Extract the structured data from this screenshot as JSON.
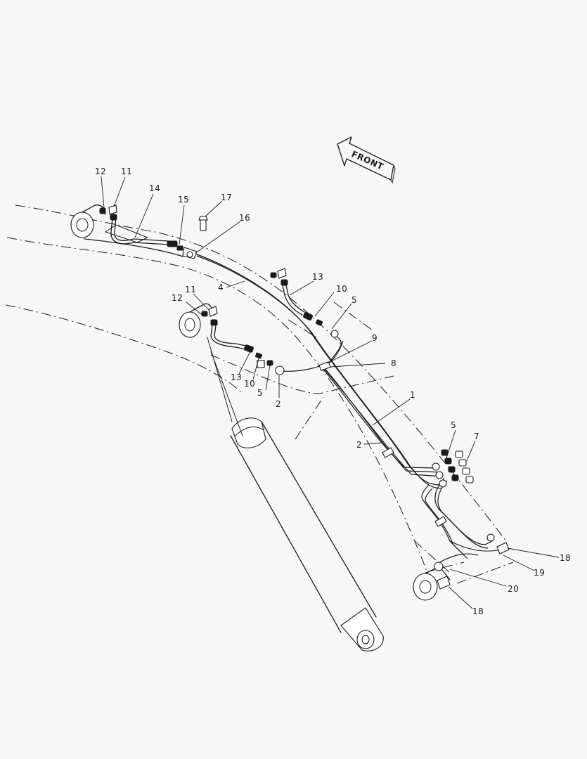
{
  "direction_label": "FRONT",
  "callouts": [
    {
      "id": "c12a",
      "text": "12"
    },
    {
      "id": "c11a",
      "text": "11"
    },
    {
      "id": "c14",
      "text": "14"
    },
    {
      "id": "c15",
      "text": "15"
    },
    {
      "id": "c17",
      "text": "17"
    },
    {
      "id": "c16",
      "text": "16"
    },
    {
      "id": "c4",
      "text": "4"
    },
    {
      "id": "c13a",
      "text": "13"
    },
    {
      "id": "c10a",
      "text": "10"
    },
    {
      "id": "c5a",
      "text": "5"
    },
    {
      "id": "c11b",
      "text": "11"
    },
    {
      "id": "c12b",
      "text": "12"
    },
    {
      "id": "c9",
      "text": "9"
    },
    {
      "id": "c8",
      "text": "8"
    },
    {
      "id": "c13b",
      "text": "13"
    },
    {
      "id": "c10b",
      "text": "10"
    },
    {
      "id": "c5b",
      "text": "5"
    },
    {
      "id": "c2a",
      "text": "2"
    },
    {
      "id": "c1",
      "text": "1"
    },
    {
      "id": "c5c",
      "text": "5"
    },
    {
      "id": "c7",
      "text": "7"
    },
    {
      "id": "c2b",
      "text": "2"
    },
    {
      "id": "c18a",
      "text": "18"
    },
    {
      "id": "c19",
      "text": "19"
    },
    {
      "id": "c20",
      "text": "20"
    },
    {
      "id": "c18b",
      "text": "18"
    }
  ]
}
